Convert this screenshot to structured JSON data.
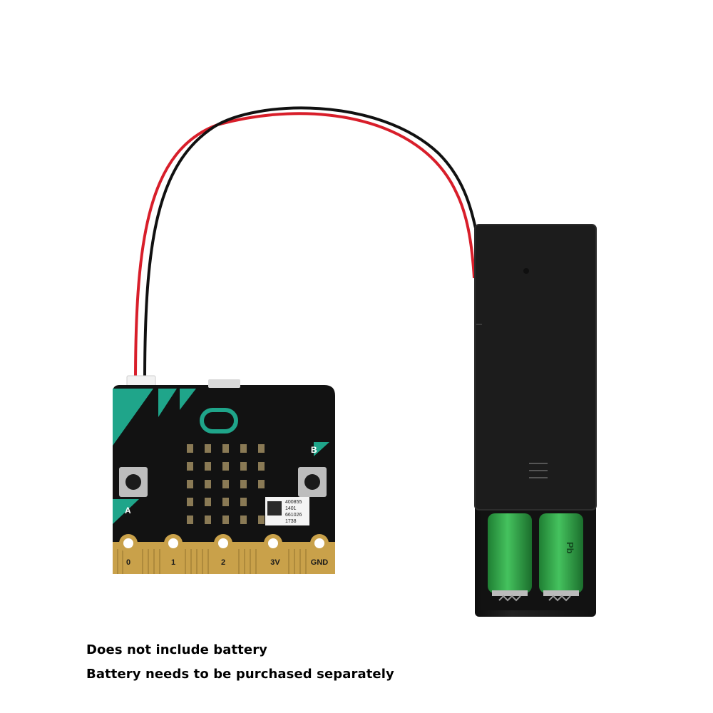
{
  "board": {
    "pin_labels": [
      "0",
      "1",
      "2",
      "3V",
      "GND"
    ],
    "button_a_label": "A",
    "button_b_label": "B",
    "sticker_lines": [
      "400855",
      "1401",
      "661026",
      "1738"
    ]
  },
  "battery_cell_text": [
    "Pb"
  ],
  "captions": {
    "line1": "Does not include battery",
    "line2": "Battery needs to be purchased separately"
  },
  "colors": {
    "board": "#121212",
    "board_accent": "#1fa58a",
    "gold_pad": "#c9a14a",
    "battery_holder": "#1a1a1a",
    "battery_cell": "#2fae4a",
    "wire_red": "#d81e2a",
    "wire_black": "#111111"
  }
}
